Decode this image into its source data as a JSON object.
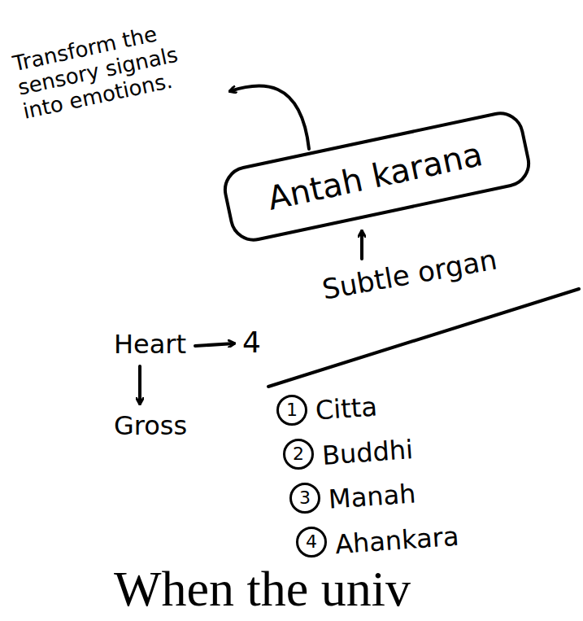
{
  "diagram": {
    "nodes": [
      {
        "text": [
          "Antah karana"
        ]
      }
    ],
    "labels": [
      "Transform the sensory signals into emotions.",
      "Subtle organ",
      "Heart",
      "4",
      "Gross",
      "1",
      "Citta",
      "2",
      "Buddhi",
      "3",
      "Manah",
      "4",
      "Ahankara",
      "When the univ"
    ]
  }
}
